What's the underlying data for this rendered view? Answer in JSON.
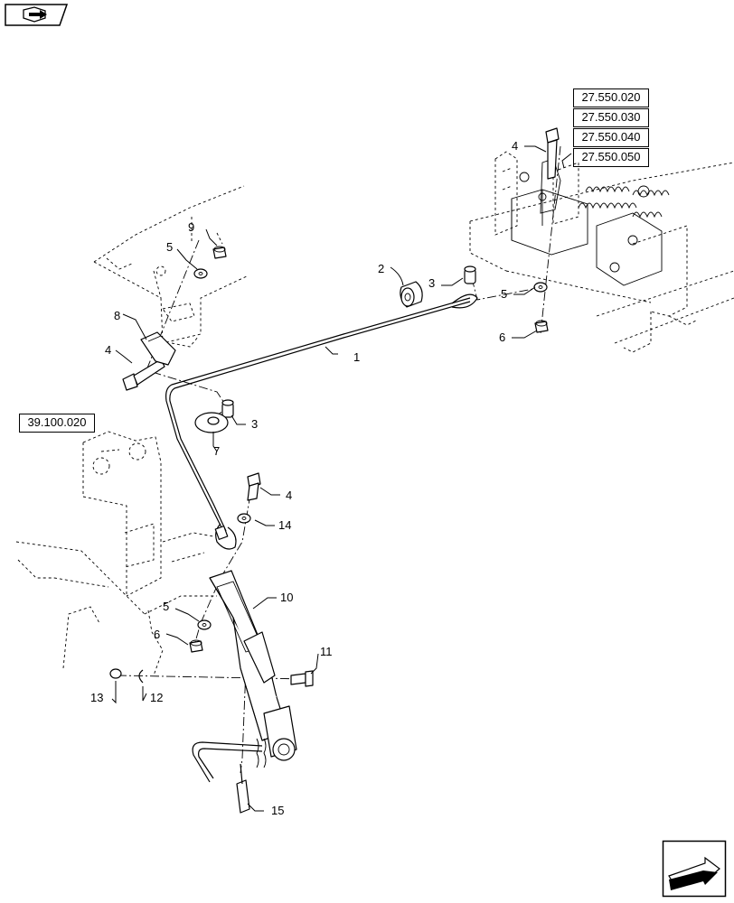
{
  "nav": {
    "top_icon": "book-arrow-icon",
    "corner_icon": "next-page-arrow-icon"
  },
  "refs": {
    "ref_1": "27.550.020",
    "ref_2": "27.550.030",
    "ref_3": "27.550.040",
    "ref_4": "27.550.050",
    "ref_5": "39.100.020"
  },
  "callouts": {
    "c1": "1",
    "c2": "2",
    "c3a": "3",
    "c3b": "3",
    "c4a": "4",
    "c4b": "4",
    "c4c": "4",
    "c5a": "5",
    "c5b": "5",
    "c5c": "5",
    "c6a": "6",
    "c6b": "6",
    "c7": "7",
    "c8": "8",
    "c9": "9",
    "c10": "10",
    "c11": "11",
    "c12": "12",
    "c13": "13",
    "c14": "14",
    "c15": "15"
  }
}
